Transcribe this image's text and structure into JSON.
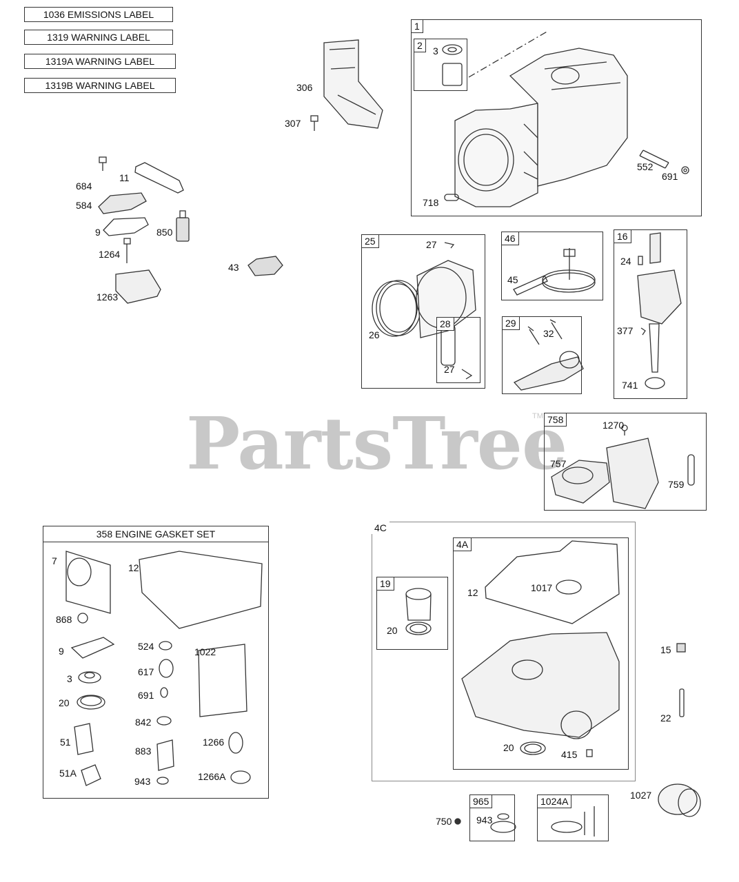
{
  "watermark": {
    "text": "PartsTree",
    "tm": "TM"
  },
  "labels_top": [
    "1036 EMISSIONS LABEL",
    "1319 WARNING LABEL",
    "1319A WARNING LABEL",
    "1319B WARNING LABEL"
  ],
  "callouts": {
    "c306": "306",
    "c307": "307",
    "c684": "684",
    "c11": "11",
    "c584": "584",
    "c9": "9",
    "c850": "850",
    "c1264": "1264",
    "c1263": "1263",
    "c43": "43",
    "c552": "552",
    "c691": "691",
    "c718": "718",
    "c3": "3",
    "c27a": "27",
    "c26": "26",
    "c27b": "27",
    "c45": "45",
    "c32": "32",
    "c24": "24",
    "c377": "377",
    "c741": "741",
    "c1270": "1270",
    "c757": "757",
    "c759": "759",
    "g7": "7",
    "g12": "12",
    "g868": "868",
    "g9": "9",
    "g3": "3",
    "g20": "20",
    "g524": "524",
    "g617": "617",
    "g691": "691",
    "g842": "842",
    "g883": "883",
    "g943": "943",
    "g1022": "1022",
    "g51": "51",
    "g51a": "51A",
    "g1266": "1266",
    "g1266a": "1266A",
    "s12": "12",
    "s1017": "1017",
    "s20a": "20",
    "s20b": "20",
    "s415": "415",
    "c15": "15",
    "c22": "22",
    "c1027": "1027",
    "c750": "750",
    "c943": "943"
  },
  "boxes": {
    "b1": "1",
    "b2": "2",
    "b25": "25",
    "b28": "28",
    "b46": "46",
    "b29": "29",
    "b16": "16",
    "b758": "758",
    "b4c": "4C",
    "b4a": "4A",
    "b19": "19",
    "b965": "965",
    "b1024a": "1024A"
  },
  "gasket_set": {
    "title": "358 ENGINE GASKET SET"
  },
  "colors": {
    "line": "#333333",
    "watermark": "#c8c8c8"
  }
}
